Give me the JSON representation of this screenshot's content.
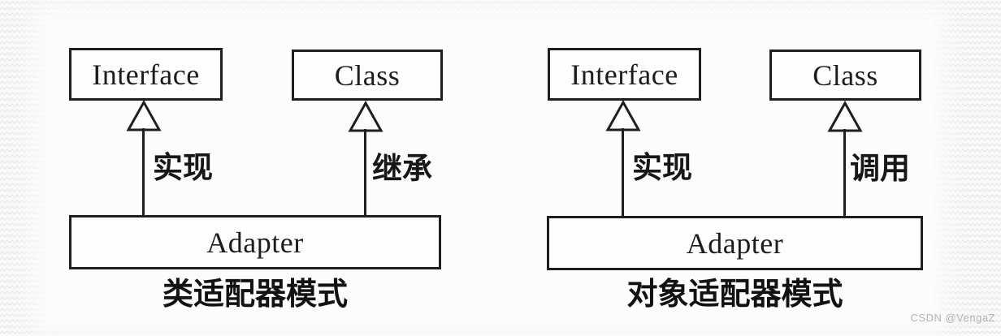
{
  "page": {
    "watermark": "CSDN @VengaZ"
  },
  "icons": {
    "arrowhead": "uml-generalization-hollow-triangle-up-icon"
  },
  "colors": {
    "ink": "#1f1f1f",
    "scan_background": "#fcfcfc",
    "pattern_background": "#f9f9f9",
    "pattern_line": "#e8e8e8",
    "watermark_text": "#b3b3b3"
  },
  "diagrams": [
    {
      "id": "class-adapter",
      "interface_box": "Interface",
      "class_box": "Class",
      "adapter_box": "Adapter",
      "left_edge_label": "实现",
      "right_edge_label": "继承",
      "caption": "类适配器模式"
    },
    {
      "id": "object-adapter",
      "interface_box": "Interface",
      "class_box": "Class",
      "adapter_box": "Adapter",
      "left_edge_label": "实现",
      "right_edge_label": "调用",
      "caption": "对象适配器模式"
    }
  ]
}
